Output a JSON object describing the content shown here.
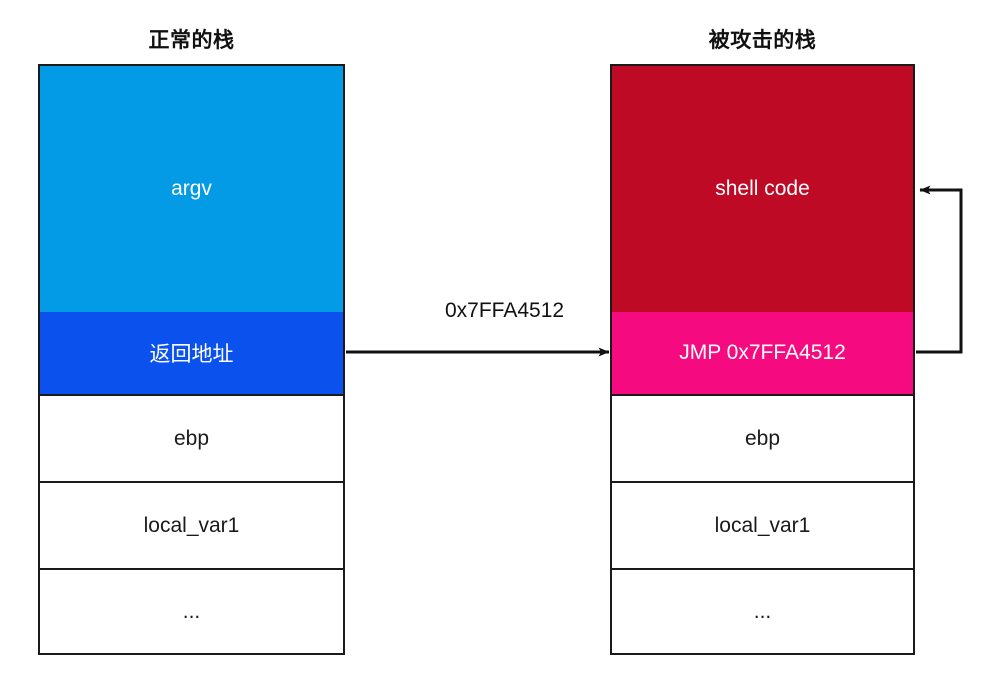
{
  "diagram": {
    "left_stack": {
      "title": "正常的栈",
      "cells": [
        {
          "label": "argv",
          "fill": "#039BE5",
          "text_color": "#ffffff"
        },
        {
          "label": "返回地址",
          "fill": "#0B51EE",
          "text_color": "#ffffff"
        },
        {
          "label": "ebp",
          "fill": "#ffffff",
          "text_color": "#1a1a1a"
        },
        {
          "label": "local_var1",
          "fill": "#ffffff",
          "text_color": "#1a1a1a"
        },
        {
          "label": "...",
          "fill": "#ffffff",
          "text_color": "#1a1a1a"
        }
      ]
    },
    "right_stack": {
      "title": "被攻击的栈",
      "cells": [
        {
          "label": "shell code",
          "fill": "#BF0A26",
          "text_color": "#ffffff"
        },
        {
          "label": "JMP 0x7FFA4512",
          "fill": "#F50A80",
          "text_color": "#ffffff"
        },
        {
          "label": "ebp",
          "fill": "#ffffff",
          "text_color": "#1a1a1a"
        },
        {
          "label": "local_var1",
          "fill": "#ffffff",
          "text_color": "#1a1a1a"
        },
        {
          "label": "...",
          "fill": "#ffffff",
          "text_color": "#1a1a1a"
        }
      ]
    },
    "overwrite_arrow_label": "0x7FFA4512",
    "colors": {
      "argv_blue": "#039BE5",
      "return_address_blue": "#0B51EE",
      "shellcode_red": "#BF0A26",
      "jmp_pink": "#F50A80",
      "stroke": "#1a1a1a",
      "background": "#ffffff"
    }
  }
}
